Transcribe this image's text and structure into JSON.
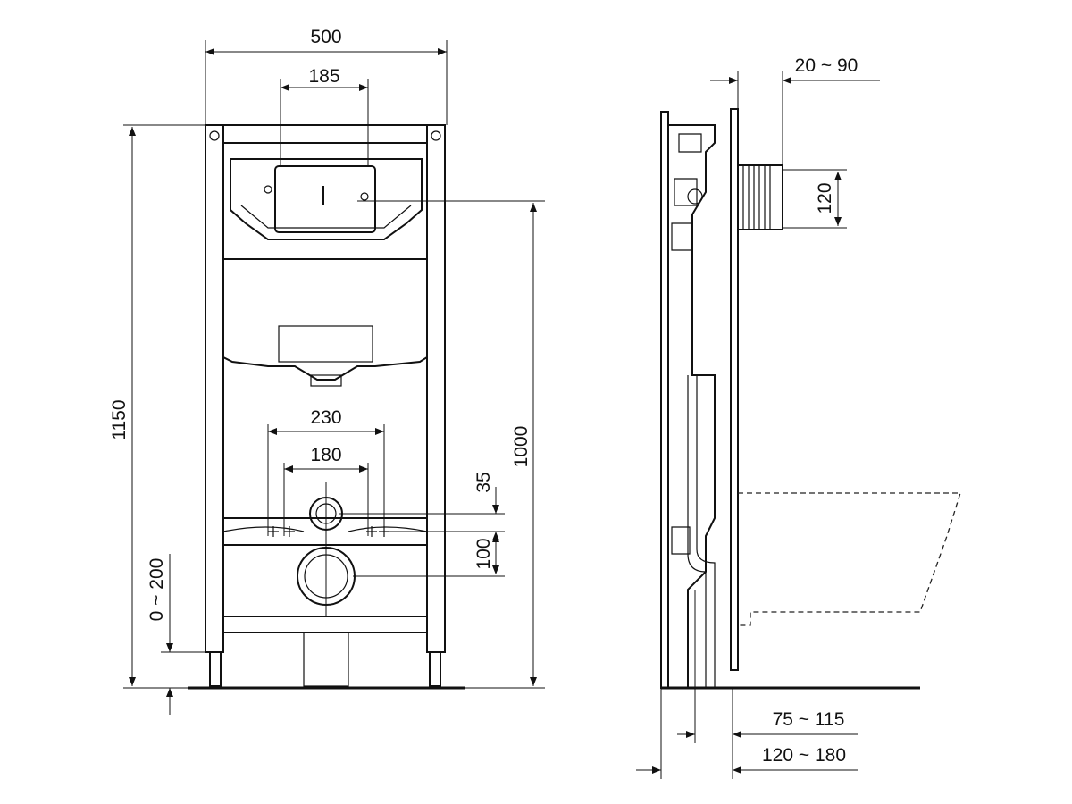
{
  "front_view": {
    "dimensions": {
      "width_total": "500",
      "flush_plate_width": "185",
      "height_total": "1150",
      "outlet_spacing_outer": "230",
      "outlet_spacing_inner": "180",
      "inlet_offset": "35",
      "outlet_offset": "100",
      "flush_height": "1000",
      "foot_adjustment": "0 ~ 200"
    }
  },
  "side_view": {
    "dimensions": {
      "connector_depth": "20 ~ 90",
      "connector_height": "120",
      "depth_small": "75 ~ 115",
      "depth_large": "120 ~ 180"
    }
  }
}
